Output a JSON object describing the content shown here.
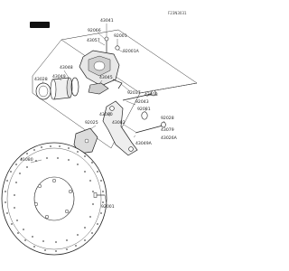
{
  "diagram_code": "F23N3031",
  "brand_logo_text": "KAWASAKI",
  "parts": [
    {
      "id": "43041",
      "label": "43041"
    },
    {
      "id": "92066",
      "label": "92066"
    },
    {
      "id": "43057",
      "label": "43057"
    },
    {
      "id": "92001a",
      "label": "92001"
    },
    {
      "id": "92001b",
      "label": "92001A"
    },
    {
      "id": "43048",
      "label": "43048"
    },
    {
      "id": "43049",
      "label": "43049"
    },
    {
      "id": "43028",
      "label": "43028"
    },
    {
      "id": "43045",
      "label": "43045"
    },
    {
      "id": "92037",
      "label": "92037"
    },
    {
      "id": "43078",
      "label": "43078"
    },
    {
      "id": "92043",
      "label": "92043"
    },
    {
      "id": "92081",
      "label": "92081"
    },
    {
      "id": "43080",
      "label": "43080"
    },
    {
      "id": "92028",
      "label": "92028"
    },
    {
      "id": "43082",
      "label": "43082"
    },
    {
      "id": "92025",
      "label": "92025"
    },
    {
      "id": "43079",
      "label": "43079"
    },
    {
      "id": "43049b",
      "label": "43049A"
    },
    {
      "id": "43026",
      "label": "43026A"
    },
    {
      "id": "41080",
      "label": "41080"
    },
    {
      "id": "92001c",
      "label": "92001"
    }
  ]
}
